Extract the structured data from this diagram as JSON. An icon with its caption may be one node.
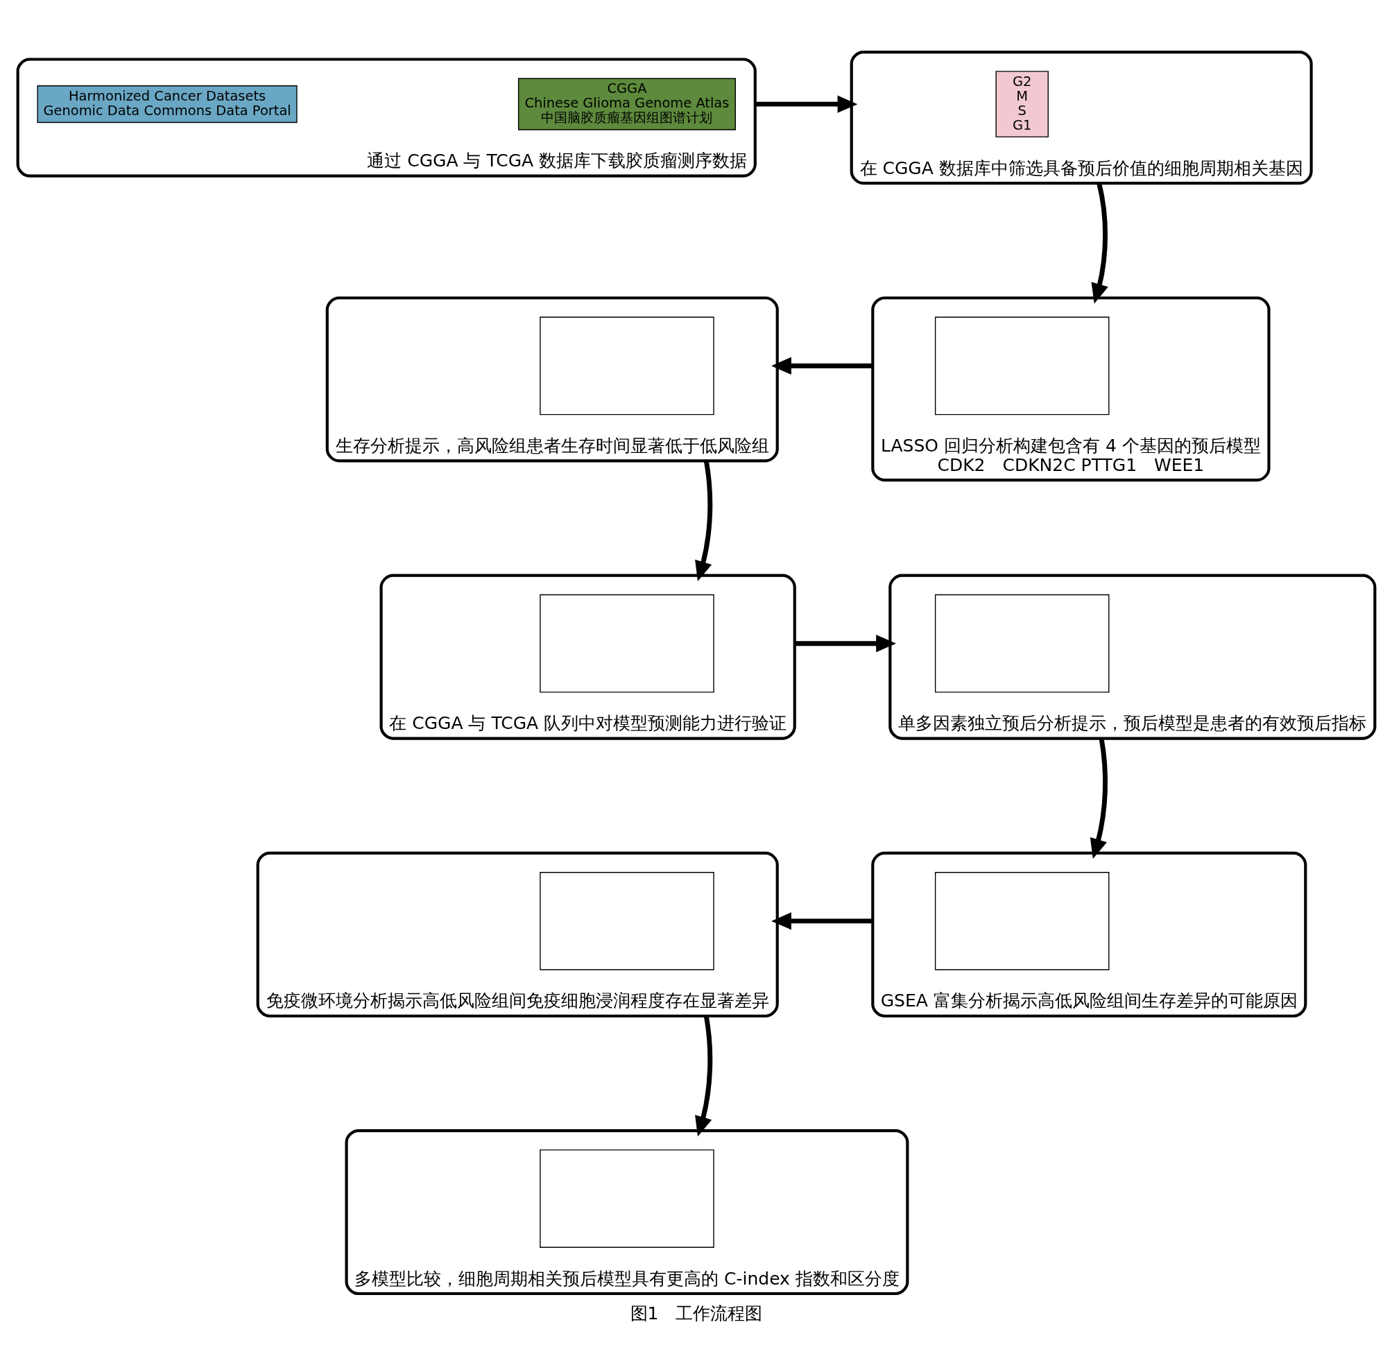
{
  "diagram": {
    "caption": "图1　工作流程图",
    "nodes": [
      {
        "text": [
          "通过 CGGA 与 TCGA 数据库下载胶质瘤测序数据"
        ]
      },
      {
        "text": [
          "CGGA",
          "Chinese Glioma Genome Atlas",
          "中国脑胶质瘤基因组图谱计划"
        ],
        "in": 0
      },
      {
        "text": [
          "Harmonized Cancer Datasets",
          "Genomic Data Commons Data Portal"
        ],
        "in": 0
      },
      {
        "text": [
          "在 CGGA 数据库中筛选具备预后价值的细胞周期相关基因"
        ]
      },
      {
        "text": [
          "G2",
          "M",
          "S",
          "G1"
        ],
        "in": 3
      },
      {
        "text": [
          "LASSO 回归分析构建包含有 4 个基因的预后模型",
          "CDK2　CDKN2C PTTG1　WEE1"
        ]
      },
      {
        "text": [],
        "shape": "box",
        "in": 5
      },
      {
        "text": [
          "生存分析提示，高风险组患者生存时间显著低于低风险组"
        ]
      },
      {
        "text": [],
        "shape": "box",
        "in": 7
      },
      {
        "text": [
          "在 CGGA 与 TCGA 队列中对模型预测能力进行验证"
        ]
      },
      {
        "text": [],
        "shape": "box",
        "in": 9
      },
      {
        "text": [
          "单多因素独立预后分析提示，预后模型是患者的有效预后指标"
        ]
      },
      {
        "text": [],
        "shape": "box",
        "in": 11
      },
      {
        "text": [
          "GSEA 富集分析揭示高低风险组间生存差异的可能原因"
        ]
      },
      {
        "text": [],
        "shape": "box",
        "in": 13
      },
      {
        "text": [
          "免疫微环境分析揭示高低风险组间免疫细胞浸润程度存在显著差异"
        ]
      },
      {
        "text": [],
        "shape": "box",
        "in": 15
      },
      {
        "text": [
          "多模型比较，细胞周期相关预后模型具有更高的 C-index 指数和区分度"
        ]
      },
      {
        "text": [],
        "shape": "box",
        "in": 17
      }
    ],
    "edges": [
      {
        "from": 0,
        "to": 3,
        "arrow": "to"
      },
      {
        "from": 3,
        "to": 5,
        "arrow": "to"
      },
      {
        "from": 5,
        "to": 7,
        "arrow": "to"
      },
      {
        "from": 7,
        "to": 9,
        "arrow": "to"
      },
      {
        "from": 9,
        "to": 11,
        "arrow": "to"
      },
      {
        "from": 11,
        "to": 13,
        "arrow": "to"
      },
      {
        "from": 13,
        "to": 15,
        "arrow": "to"
      },
      {
        "from": 15,
        "to": 17,
        "arrow": "to"
      }
    ]
  }
}
